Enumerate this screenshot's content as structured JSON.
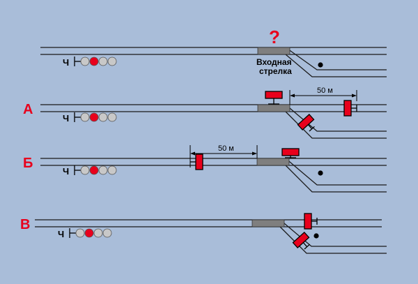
{
  "question_mark": "?",
  "switch_label": {
    "line1": "Входная",
    "line2": "стрелка"
  },
  "signal_label": "Ч",
  "distance_label": "50 м",
  "scenarios": [
    {
      "id": "top",
      "label": ""
    },
    {
      "id": "A",
      "label": "А"
    },
    {
      "id": "B",
      "label": "Б"
    },
    {
      "id": "V",
      "label": "В"
    }
  ],
  "colors": {
    "background": "#a9bdd9",
    "track": "#1a1a1a",
    "lamp_lit": "#e8001c",
    "lamp_unlit": "#c8c8c8",
    "switch_block": "#7f7f7f",
    "barrier": "#e8001c",
    "scenario_label": "#e8001c"
  },
  "icons": {
    "barrier": "stop-barrier-icon",
    "signal": "traffic-signal-icon"
  }
}
